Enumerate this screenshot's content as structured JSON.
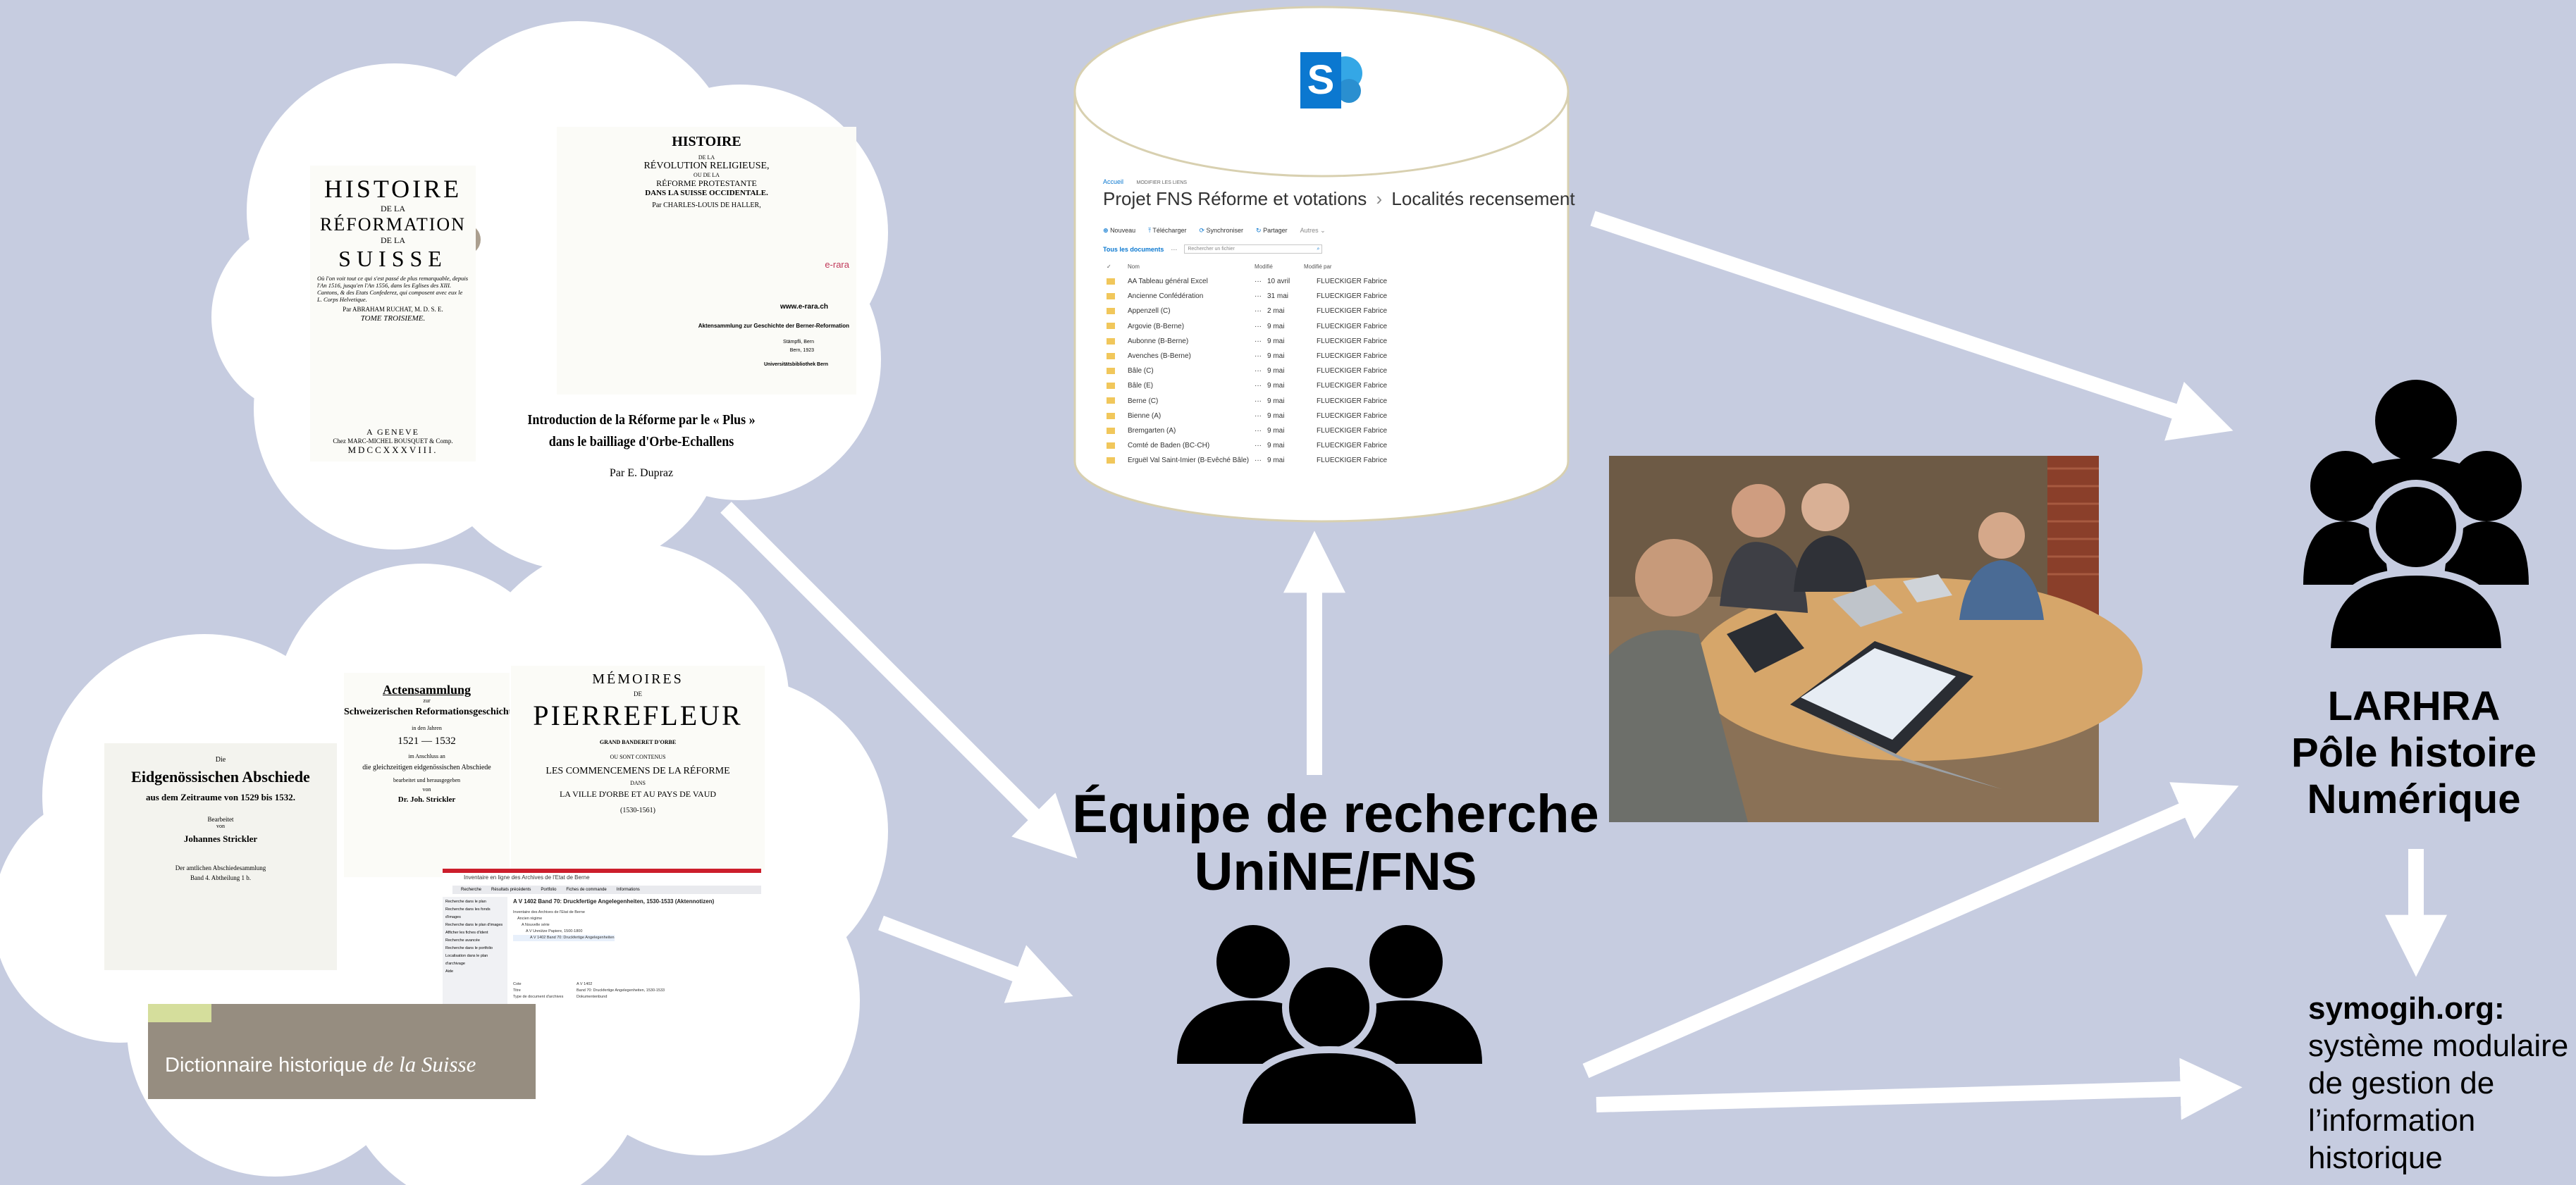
{
  "diagram": {
    "team": {
      "title_line1": "Équipe de recherche",
      "title_line2": "UniNE/FNS"
    },
    "larhra": {
      "line1": "LARHRA",
      "line2": "Pôle histoire",
      "line3": "Numérique"
    },
    "symogih": {
      "label": "symogih.org:",
      "lines": [
        "système modulaire",
        "de gestion de",
        "l’information",
        "historique"
      ]
    },
    "colors": {
      "background": "#c6cce0",
      "arrow": "#ffffff",
      "icon": "#000000",
      "sharepoint": "#0b78d0"
    }
  },
  "documents_top": {
    "hist_ref": {
      "l1": "HISTOIRE",
      "l2": "DE LA",
      "l3": "RÉFORMATION",
      "l4": "DE LA",
      "l5": "SUISSE",
      "body": "Où l'on voit tout ce qui s'est passé de plus remarquable, depuis l'An 1516, jusqu'en l'An 1556, dans les Eglises des XIII. Cantons, & des Etats Confederez, qui composent avec eux le L. Corps Helvetique.",
      "author": "Par ABRAHAM RUCHAT, M. D. S. E.",
      "tome": "TOME TROISIEME.",
      "place": "A GENEVE",
      "publisher": "Chez MARC-MICHEL BOUSQUET & Comp.",
      "year": "MDCCXXXVIII."
    },
    "hist_rev": {
      "l1": "HISTOIRE",
      "l2": "DE LA",
      "l3": "RÉVOLUTION RELIGIEUSE,",
      "l4": "OU DE LA",
      "l5": "RÉFORME PROTESTANTE",
      "l6": "DANS LA SUISSE OCCIDENTALE.",
      "author": "Par CHARLES-LOUIS DE HALLER,",
      "erara": "e-rara",
      "site": "www.e-rara.ch",
      "collection": "Aktensammlung zur Geschichte der Berner-Reformation",
      "place_line": "Stämpfli, Bern",
      "year_line": "Bern, 1923",
      "lib": "Universitätsbibliothek Bern"
    },
    "dupraz": {
      "l1": "Introduction de la Réforme par le « Plus »",
      "l2": "dans le bailliage d'Orbe-Echallens",
      "author": "Par E. Dupraz"
    }
  },
  "documents_bottom": {
    "abschiede": {
      "l1": "Die",
      "l2": "Eidgenössischen Abschiede",
      "l3": "aus dem Zeitraume von 1529 bis 1532.",
      "l4": "Bearbeitet",
      "l5": "von",
      "l6": "Johannes Strickler",
      "l7": "Der amtlichen Abschiedesammlung",
      "l8": "Band 4. Abtheilung 1 b."
    },
    "aktensammlung": {
      "l1": "Actensammlung",
      "l2": "zur",
      "l3": "Schweizerischen Reformationsgeschichte",
      "l4": "in den Jahren",
      "l5": "1521 — 1532",
      "l6": "im Anschluss an",
      "l7": "die gleichzeitigen eidgenössischen Abschiede",
      "l8": "bearbeitet und herausgegeben",
      "l9": "von",
      "l10": "Dr. Joh. Strickler"
    },
    "pierrefleur": {
      "l1": "MÉMOIRES",
      "l2": "DE",
      "l3": "PIERREFLEUR",
      "l4": "GRAND BANDERET D'ORBE",
      "l5": "OU SONT CONTENUS",
      "l6": "LES COMMENCEMENS DE LA RÉFORME",
      "l7": "DANS",
      "l8": "LA VILLE D'ORBE ET AU PAYS DE VAUD",
      "l9": "(1530-1561)"
    },
    "dhs": {
      "l1": "Dictionnaire historique",
      "l2": "de la Suisse"
    },
    "archives": {
      "header": "Inventaire en ligne des Archives de l'Etat de Berne",
      "tabs": [
        "Recherche",
        "Résultats précédents",
        "Portfolio",
        "Fiches de commande",
        "Informations"
      ],
      "title": "A V 1402 Band 70: Druckfertige Angelegenheiten, 1530-1533 (Aktennotizen)",
      "sidebar": [
        "Recherche dans le plan",
        "Recherche dans les fonds d'images",
        "Recherche dans le plan d'images",
        "Afficher les fiches d'ident",
        "Recherche avancée",
        "Recherche dans le portfolio",
        "Localisation dans le plan d'archivage",
        "Aide"
      ],
      "tree": [
        "Inventaire des Archives de l'Etat de Berne",
        "Ancien régime",
        "A Nouvelle série",
        "A V Unnütze Papiere, 1500-1800",
        "A V 1402 Band 70: Druckfertige Angelegenheiten"
      ],
      "fields": [
        "Cote",
        "Titre",
        "Type de document d'archives"
      ],
      "field_values": [
        "A V 1402",
        "Band 70: Druckfertige Angelegenheiten, 1530-1533",
        "Dokumentenbund"
      ]
    }
  },
  "sharepoint": {
    "icon_letter": "S",
    "breadcrumb_home": "Accueil",
    "breadcrumb_action": "MODIFIER LES LIENS",
    "site_title": "Projet FNS Réforme et votations",
    "library_title": "Localités recensement",
    "toolbar": [
      "Nouveau",
      "Télécharger",
      "Synchroniser",
      "Partager",
      "Autres"
    ],
    "view_label": "Tous les documents",
    "search_placeholder": "Rechercher un fichier",
    "columns": [
      "Nom",
      "Modifié",
      "Modifié par"
    ],
    "rows": [
      {
        "name": "AA Tableau général Excel",
        "modified": "10 avril",
        "by": "FLUECKIGER Fabrice"
      },
      {
        "name": "Ancienne Confédération",
        "modified": "31 mai",
        "by": "FLUECKIGER Fabrice"
      },
      {
        "name": "Appenzell (C)",
        "modified": "2 mai",
        "by": "FLUECKIGER Fabrice"
      },
      {
        "name": "Argovie (B-Berne)",
        "modified": "9 mai",
        "by": "FLUECKIGER Fabrice"
      },
      {
        "name": "Aubonne (B-Berne)",
        "modified": "9 mai",
        "by": "FLUECKIGER Fabrice"
      },
      {
        "name": "Avenches (B-Berne)",
        "modified": "9 mai",
        "by": "FLUECKIGER Fabrice"
      },
      {
        "name": "Bâle (C)",
        "modified": "9 mai",
        "by": "FLUECKIGER Fabrice"
      },
      {
        "name": "Bâle (E)",
        "modified": "9 mai",
        "by": "FLUECKIGER Fabrice"
      },
      {
        "name": "Berne (C)",
        "modified": "9 mai",
        "by": "FLUECKIGER Fabrice"
      },
      {
        "name": "Bienne (A)",
        "modified": "9 mai",
        "by": "FLUECKIGER Fabrice"
      },
      {
        "name": "Bremgarten (A)",
        "modified": "9 mai",
        "by": "FLUECKIGER Fabrice"
      },
      {
        "name": "Comté de Baden (BC-CH)",
        "modified": "9 mai",
        "by": "FLUECKIGER Fabrice"
      },
      {
        "name": "Erguël Val Saint-Imier (B-Evêché Bâle)",
        "modified": "9 mai",
        "by": "FLUECKIGER Fabrice"
      }
    ]
  }
}
